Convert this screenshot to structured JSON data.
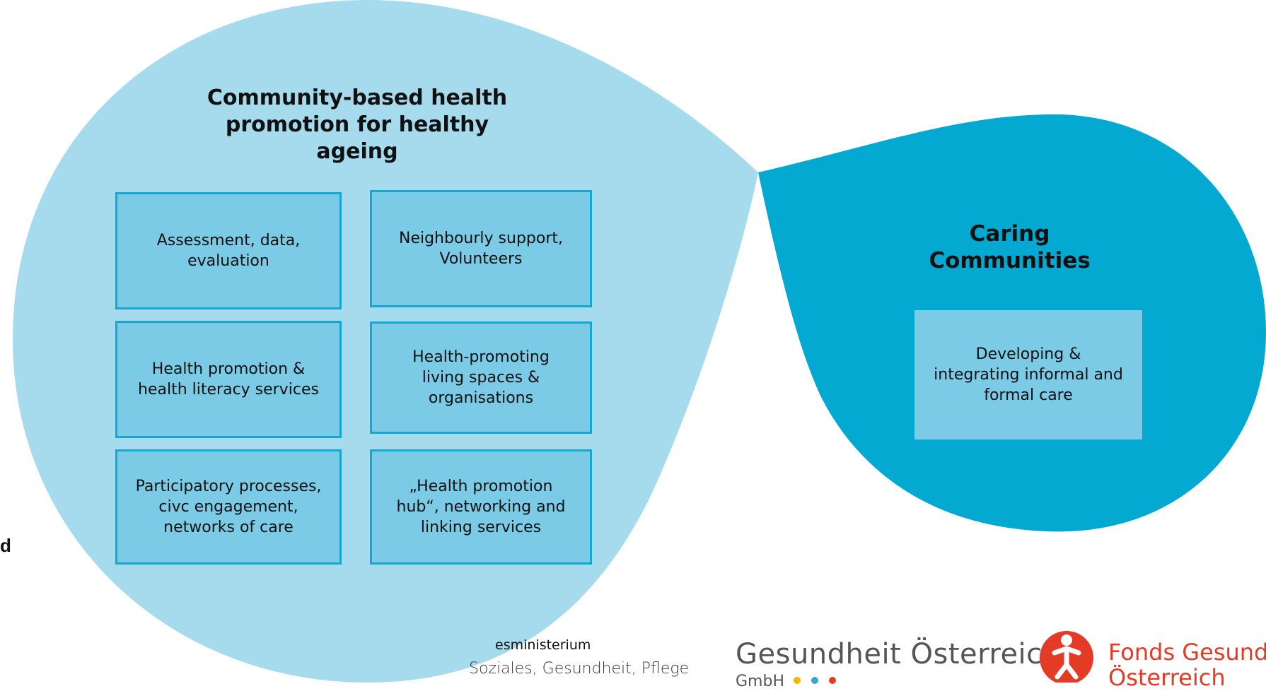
{
  "colors": {
    "left_bubble": "#a6dbee",
    "right_bubble": "#03a9d1",
    "box_fill": "#7ccbe6",
    "box_border": "#12a8d3",
    "logo_red": "#e33b26",
    "logo_gray": "#555555"
  },
  "left_section": {
    "title": "Community-based health\npromotion for healthy\nageing",
    "boxes": [
      "Assessment, data,\nevaluation",
      "Neighbourly support,\nVolunteers",
      "Health promotion &\nhealth literacy services",
      "Health-promoting\nliving spaces &\norganisations",
      "Participatory processes,\ncivc engagement,\nnetworks of care",
      "„Health promotion\nhub“, networking and\nlinking services"
    ]
  },
  "right_section": {
    "title": "Caring\nCommunities",
    "box": "Developing &\nintegrating informal and\nformal care"
  },
  "partial_left_text": "d",
  "logos": {
    "ministry_line1": "esministerium",
    "ministry_line2": "Soziales, Gesundheit, Pflege",
    "goeg_name": "Gesundheit Österreich",
    "goeg_suffix": "GmbH",
    "goeg_dot_colors": [
      "#f2b600",
      "#3aa3d9",
      "#e33b26"
    ],
    "fgoe_line1": "Fonds Gesundes",
    "fgoe_line2": "Österreich"
  }
}
